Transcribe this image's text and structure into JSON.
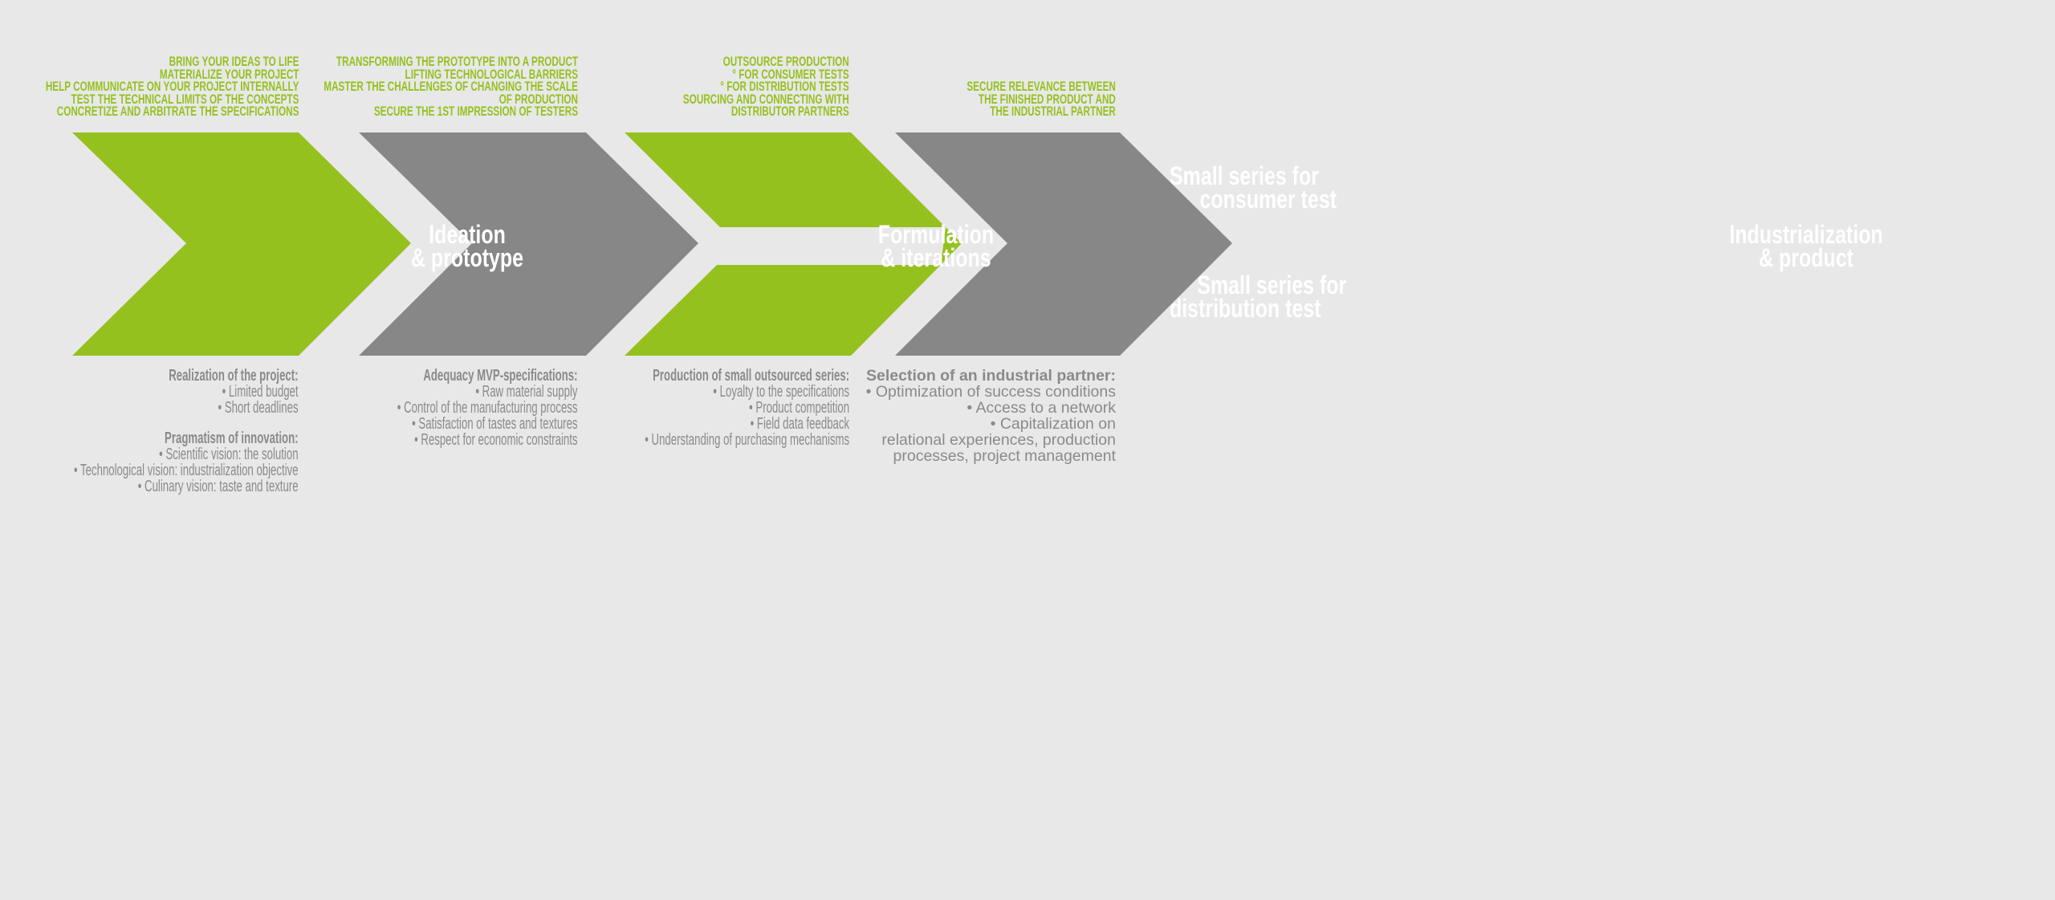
{
  "colors": {
    "green": "#95c11f",
    "gray": "#878787",
    "background": "#e8e8e8",
    "text_gray": "#8a8a8a"
  },
  "stages": [
    {
      "title": [
        "Ideation",
        "& prototype"
      ],
      "goals": [
        "BRING YOUR IDEAS TO LIFE",
        "MATERIALIZE YOUR PROJECT",
        "HELP COMMUNICATE ON YOUR PROJECT INTERNALLY",
        "TEST THE TECHNICAL LIMITS OF THE CONCEPTS",
        "CONCRETIZE AND ARBITRATE THE SPECIFICATIONS"
      ],
      "details": [
        {
          "heading": "Realization of the project:",
          "items": [
            "• Limited budget",
            "• Short deadlines"
          ]
        },
        {
          "heading": "Pragmatism of innovation:",
          "items": [
            "• Scientific vision: the solution",
            "• Technological vision: industrialization objective",
            "• Culinary vision: taste and texture"
          ]
        }
      ]
    },
    {
      "title": [
        "Formulation",
        "& iterations"
      ],
      "goals": [
        "TRANSFORMING THE PROTOTYPE INTO A PRODUCT",
        "LIFTING TECHNOLOGICAL BARRIERS",
        "MASTER THE CHALLENGES OF CHANGING THE SCALE",
        "OF PRODUCTION",
        "SECURE THE 1ST IMPRESSION OF TESTERS"
      ],
      "details": [
        {
          "heading": "Adequacy MVP-specifications:",
          "items": [
            "• Raw material supply",
            "• Control of the manufacturing process",
            "• Satisfaction of tastes and textures",
            "• Respect for economic constraints"
          ]
        }
      ]
    },
    {
      "title_top": [
        "Small series for",
        "consumer test"
      ],
      "title_bottom": [
        "Small series for",
        "distribution test"
      ],
      "goals": [
        "OUTSOURCE PRODUCTION",
        "° FOR CONSUMER TESTS",
        "° FOR DISTRIBUTION TESTS",
        "SOURCING AND CONNECTING WITH",
        "DISTRIBUTOR PARTNERS"
      ],
      "details": [
        {
          "heading": "Production of small outsourced series:",
          "items": [
            "• Loyalty to the specifications",
            "• Product competition",
            "• Field data feedback",
            "• Understanding of purchasing mechanisms"
          ]
        }
      ]
    },
    {
      "title": [
        "Industrialization",
        "& product"
      ],
      "goals": [
        "SECURE RELEVANCE BETWEEN",
        "THE FINISHED PRODUCT AND",
        "THE INDUSTRIAL PARTNER"
      ],
      "details": [
        {
          "heading": "Selection of an industrial partner:",
          "items": [
            "• Optimization of success conditions",
            "• Access to a network",
            "• Capitalization on",
            "relational experiences, production",
            "processes, project management"
          ]
        }
      ]
    }
  ]
}
